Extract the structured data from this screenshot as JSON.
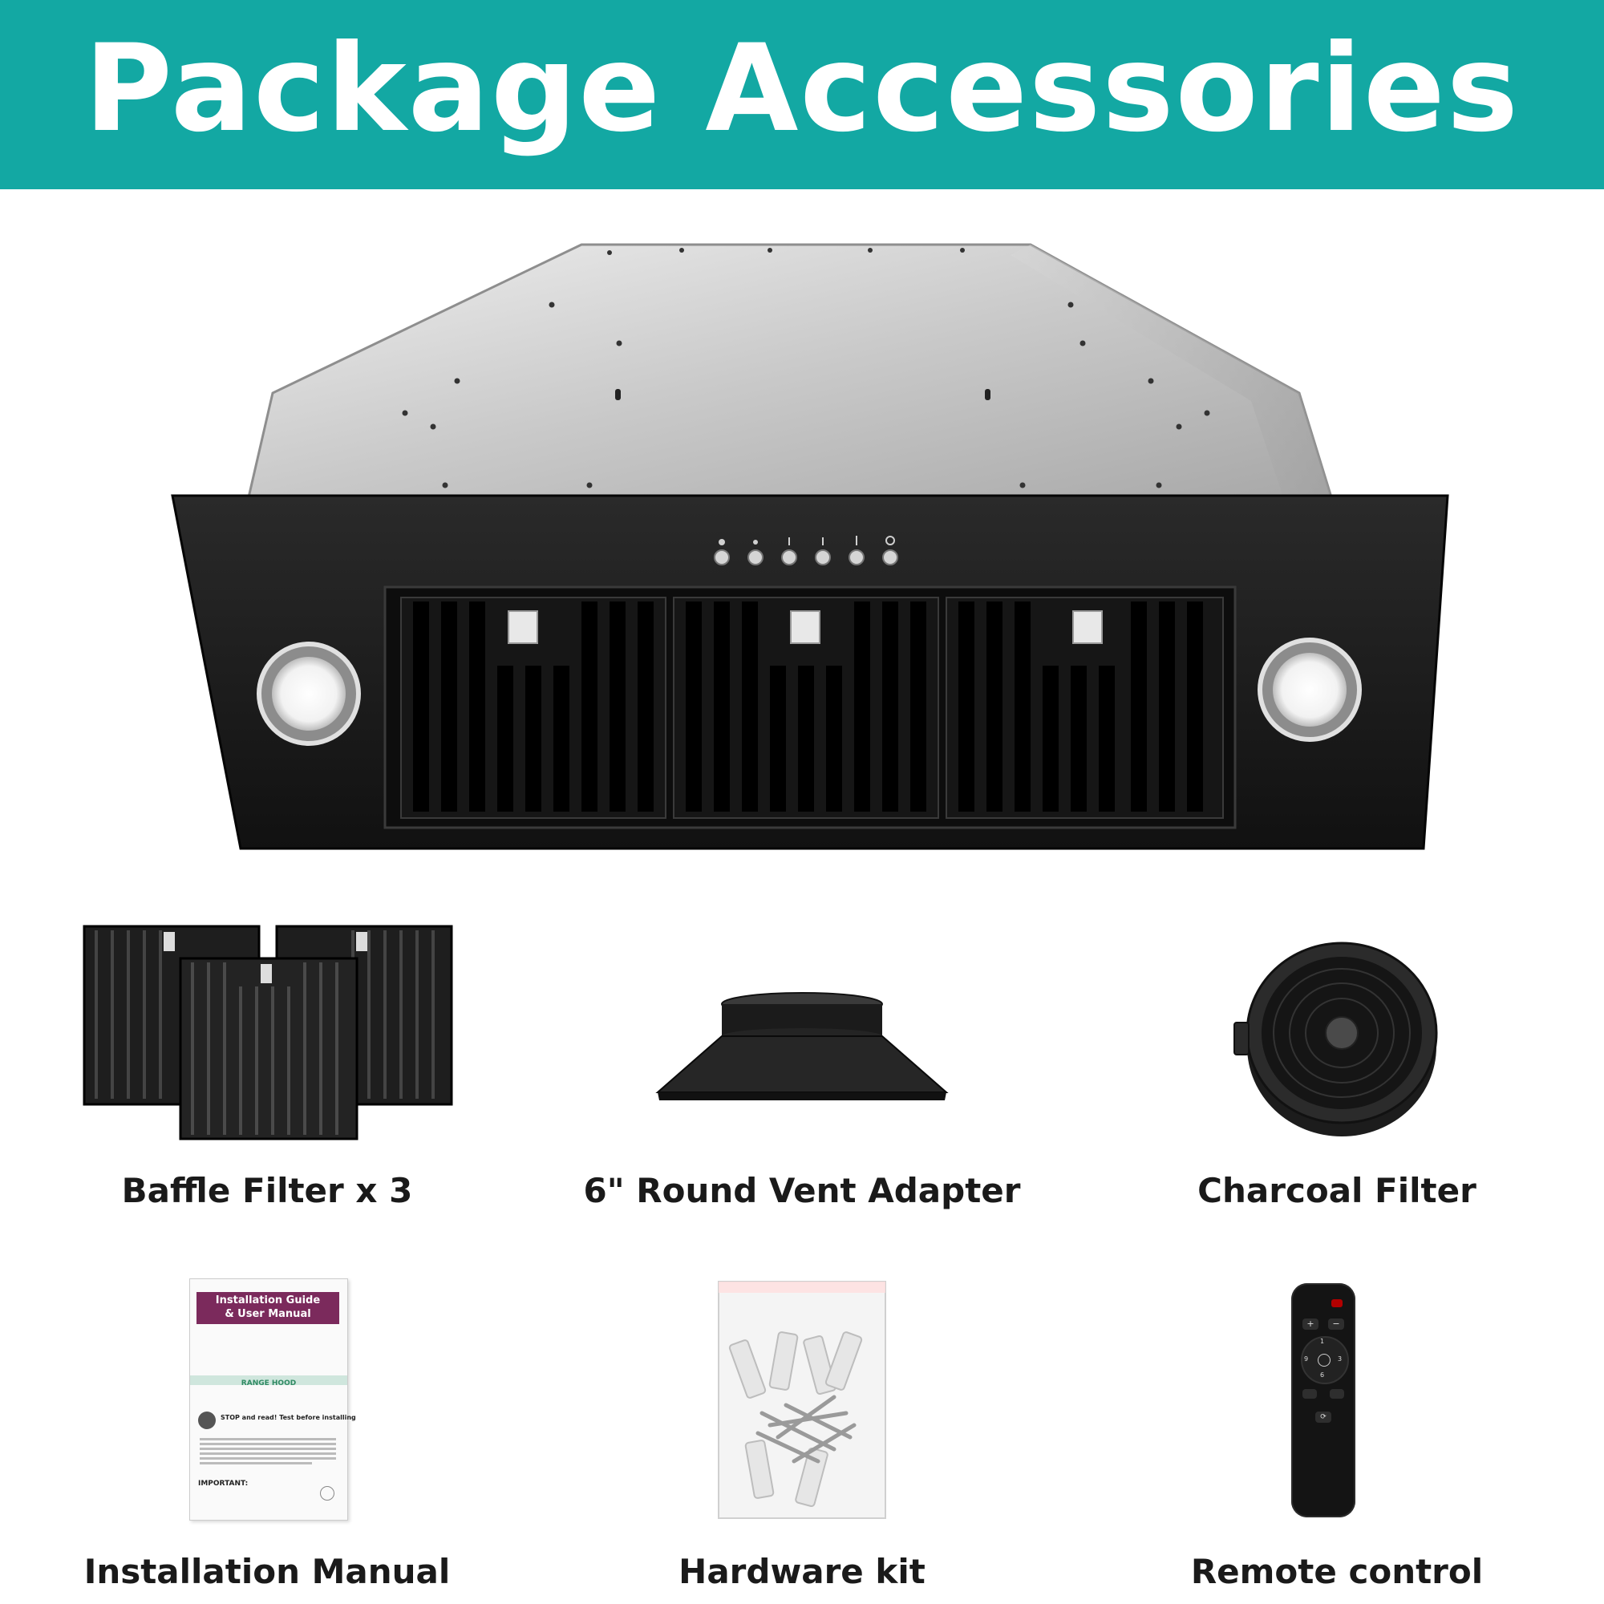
{
  "banner": {
    "title": "Package Accessories",
    "color": "#13a8a3"
  },
  "accessories": [
    {
      "label": "Baffle Filter x 3"
    },
    {
      "label": "6\" Round Vent Adapter"
    },
    {
      "label": "Charcoal Filter"
    },
    {
      "label": "Installation Manual"
    },
    {
      "label": "Hardware kit"
    },
    {
      "label": "Remote control"
    }
  ],
  "manual": {
    "header_line1": "Installation Guide",
    "header_line2": "& User Manual",
    "section": "RANGE HOOD",
    "stop_note": "STOP and read! Test before installing",
    "important": "IMPORTANT:",
    "accent": "#7b2a5c"
  },
  "remote": {
    "buttons": [
      "+",
      "−",
      "1",
      "9",
      "3",
      "6",
      "⟳"
    ]
  }
}
